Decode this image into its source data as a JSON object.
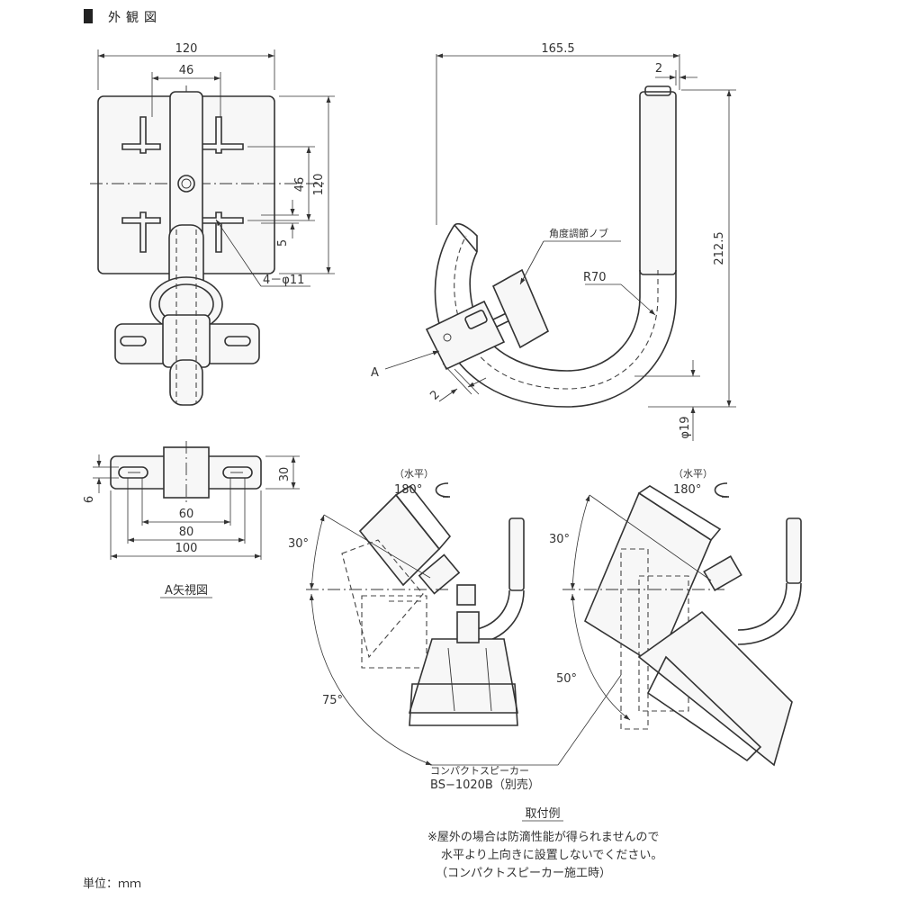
{
  "title": "外観図",
  "front_view": {
    "dim_width": "120",
    "dim_inner": "46",
    "dim_height": "120",
    "dim_height_inner": "46",
    "dim_small": "5",
    "hole_callout": "4－φ11"
  },
  "side_view": {
    "dim_depth": "165.5",
    "dim_offset": "2",
    "dim_height": "212.5",
    "knob_label": "角度調節ノブ",
    "radius_label": "R70",
    "arrow_label": "A",
    "dim_gap": "2",
    "dim_diameter": "φ19"
  },
  "a_view": {
    "dim_height": "30",
    "dim_slot": "6",
    "dim_60": "60",
    "dim_80": "80",
    "dim_100": "100",
    "caption": "A矢視図"
  },
  "example": {
    "horizontal_label": "（水平）",
    "rotation_label": "180°",
    "angle_30_left": "30°",
    "angle_75": "75°",
    "angle_30_right": "30°",
    "angle_50": "50°",
    "speaker_name_1": "コンパクトスピーカー",
    "speaker_name_2": "BS−1020B（別売）",
    "caption": "取付例"
  },
  "note": {
    "line1": "※屋外の場合は防滴性能が得られませんので",
    "line2": "水平より上向きに設置しないでください。",
    "line3": "（コンパクトスピーカー施工時）"
  },
  "unit": "単位：ｍｍ"
}
